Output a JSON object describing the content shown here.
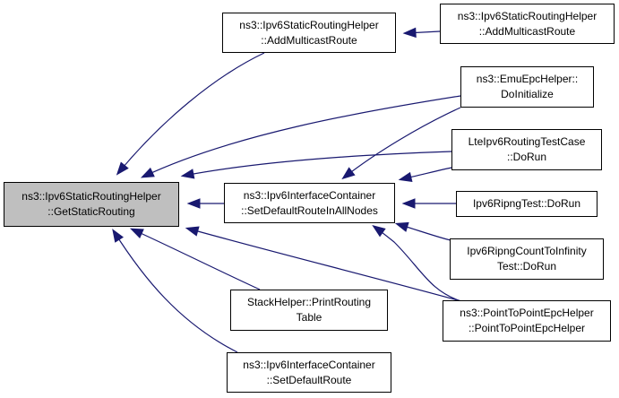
{
  "diagram": {
    "type": "doxygen-caller-graph",
    "edge_color": "#191970",
    "focus_fill": "#bfbfbf",
    "nodes": [
      {
        "id": "get_static_routing",
        "lines": [
          "ns3::Ipv6StaticRoutingHelper",
          "::GetStaticRouting"
        ],
        "focus": true
      },
      {
        "id": "add_multicast_route_a",
        "lines": [
          "ns3::Ipv6StaticRoutingHelper",
          "::AddMulticastRoute"
        ]
      },
      {
        "id": "add_multicast_route_b",
        "lines": [
          "ns3::Ipv6StaticRoutingHelper",
          "::AddMulticastRoute"
        ]
      },
      {
        "id": "set_default_route_in_all_nodes",
        "lines": [
          "ns3::Ipv6InterfaceContainer",
          "::SetDefaultRouteInAllNodes"
        ]
      },
      {
        "id": "emu_epc_do_initialize",
        "lines": [
          "ns3::EmuEpcHelper::",
          "DoInitialize"
        ]
      },
      {
        "id": "lte_ipv6_routing_do_run",
        "lines": [
          "LteIpv6RoutingTestCase",
          "::DoRun"
        ]
      },
      {
        "id": "ipv6_ripng_test_do_run",
        "lines": [
          "Ipv6RipngTest::DoRun"
        ]
      },
      {
        "id": "ipv6_ripng_count_to_infinity_do_run",
        "lines": [
          "Ipv6RipngCountToInfinity",
          "Test::DoRun"
        ]
      },
      {
        "id": "point_to_point_epc_helper",
        "lines": [
          "ns3::PointToPointEpcHelper",
          "::PointToPointEpcHelper"
        ]
      },
      {
        "id": "stack_helper_print_routing_table",
        "lines": [
          "StackHelper::PrintRouting",
          "Table"
        ]
      },
      {
        "id": "set_default_route",
        "lines": [
          "ns3::Ipv6InterfaceContainer",
          "::SetDefaultRoute"
        ]
      }
    ],
    "edges": [
      {
        "from": "add_multicast_route_a",
        "to": "get_static_routing"
      },
      {
        "from": "emu_epc_do_initialize",
        "to": "get_static_routing"
      },
      {
        "from": "lte_ipv6_routing_do_run",
        "to": "get_static_routing"
      },
      {
        "from": "set_default_route_in_all_nodes",
        "to": "get_static_routing"
      },
      {
        "from": "point_to_point_epc_helper",
        "to": "get_static_routing"
      },
      {
        "from": "stack_helper_print_routing_table",
        "to": "get_static_routing"
      },
      {
        "from": "set_default_route",
        "to": "get_static_routing"
      },
      {
        "from": "add_multicast_route_b",
        "to": "add_multicast_route_a"
      },
      {
        "from": "emu_epc_do_initialize",
        "to": "set_default_route_in_all_nodes"
      },
      {
        "from": "lte_ipv6_routing_do_run",
        "to": "set_default_route_in_all_nodes"
      },
      {
        "from": "ipv6_ripng_test_do_run",
        "to": "set_default_route_in_all_nodes"
      },
      {
        "from": "ipv6_ripng_count_to_infinity_do_run",
        "to": "set_default_route_in_all_nodes"
      },
      {
        "from": "point_to_point_epc_helper",
        "to": "set_default_route_in_all_nodes"
      }
    ]
  }
}
